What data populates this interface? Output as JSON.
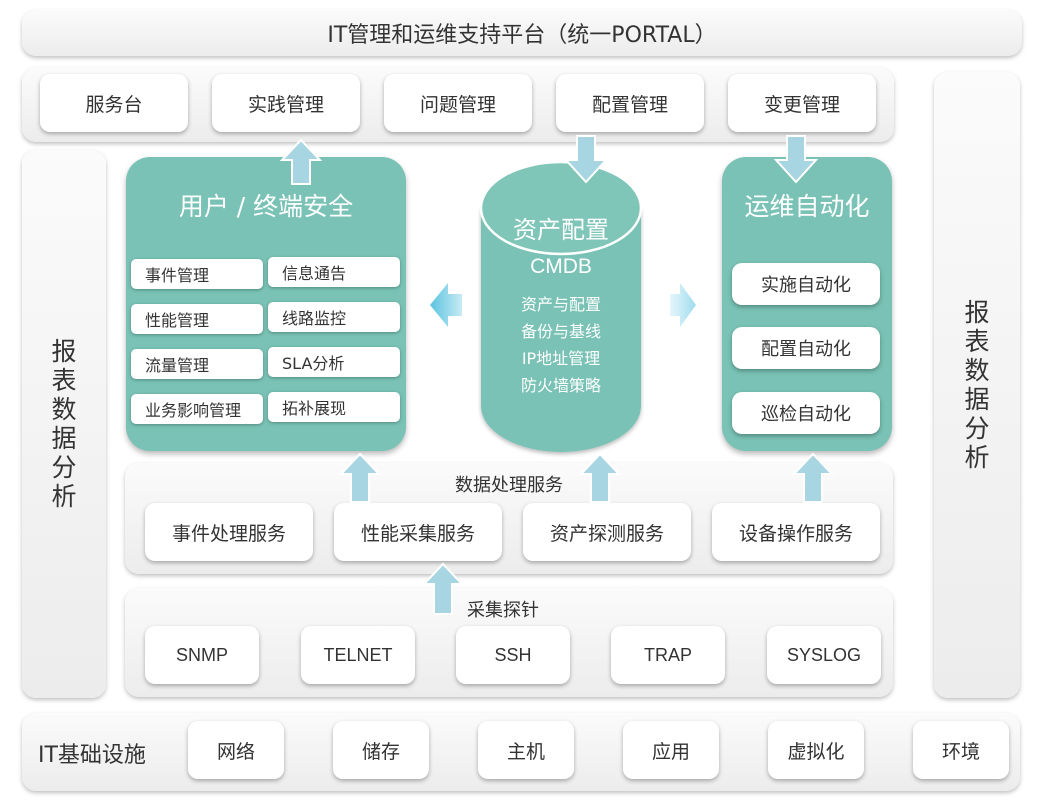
{
  "portal": {
    "title": "IT管理和运维支持平台（统一PORTAL）"
  },
  "top_modules": [
    "服务台",
    "实践管理",
    "问题管理",
    "配置管理",
    "变更管理"
  ],
  "side_report": {
    "left": [
      "报",
      "表",
      "数",
      "据",
      "分",
      "析"
    ],
    "right": [
      "报",
      "表",
      "数",
      "据",
      "分",
      "析"
    ]
  },
  "user_security": {
    "title": "用户 / 终端安全",
    "left_items": [
      "事件管理",
      "性能管理",
      "流量管理",
      "业务影响管理"
    ],
    "right_items": [
      "信息通告",
      "线路监控",
      "SLA分析",
      "拓补展现"
    ]
  },
  "cmdb": {
    "title": "资产配置",
    "subtitle": "CMDB",
    "items": [
      "资产与配置",
      "备份与基线",
      "IP地址管理",
      "防火墙策略"
    ]
  },
  "automation": {
    "title": "运维自动化",
    "items": [
      "实施自动化",
      "配置自动化",
      "巡检自动化"
    ]
  },
  "data_processing": {
    "title": "数据处理服务",
    "items": [
      "事件处理服务",
      "性能采集服务",
      "资产探测服务",
      "设备操作服务"
    ]
  },
  "probes": {
    "title": "采集探针",
    "items": [
      "SNMP",
      "TELNET",
      "SSH",
      "TRAP",
      "SYSLOG"
    ]
  },
  "infrastructure": {
    "title": "IT基础设施",
    "items": [
      "网络",
      "储存",
      "主机",
      "应用",
      "虚拟化",
      "环境"
    ]
  },
  "colors": {
    "teal": "#79c2b5",
    "arrow_fill": "#a7d6e2",
    "arrow_stroke": "#ffffff",
    "panel": "#eeeeee"
  }
}
